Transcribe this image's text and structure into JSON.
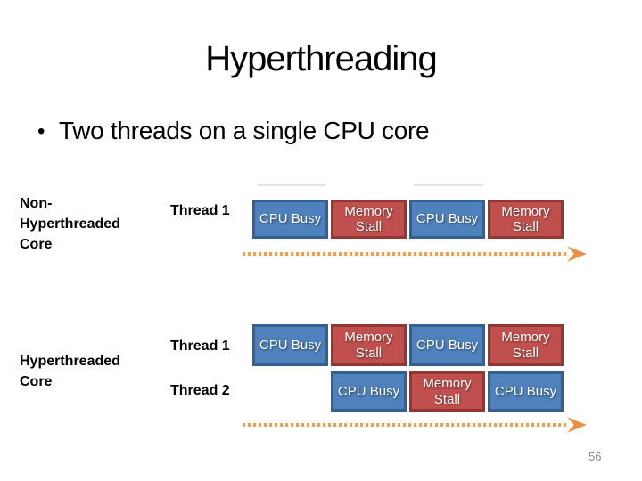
{
  "slide": {
    "title": "Hyperthreading",
    "bullet_glyph": "•",
    "bullet_text": "Two threads on a single CPU core",
    "page_number": "56"
  },
  "colors": {
    "cpu_busy_fill": "#4F81BD",
    "cpu_busy_border": "#365F91",
    "memory_stall_fill": "#C0504D",
    "memory_stall_border": "#943634",
    "arrow_dots": "#E8A05E",
    "arrow_head": "#EC9143",
    "page_number_text": "#8c8c8c"
  },
  "sections": [
    {
      "name": "non-hyperthreaded-core",
      "core_label_lines": [
        "Non-",
        "Hyperthreaded",
        "Core"
      ],
      "rows": [
        {
          "thread_label": "Thread 1",
          "boxes": [
            {
              "type": "cpu",
              "label": "CPU Busy"
            },
            {
              "type": "stall",
              "label": "Memory Stall"
            },
            {
              "type": "cpu",
              "label": "CPU Busy"
            },
            {
              "type": "stall",
              "label": "Memory Stall"
            }
          ]
        }
      ]
    },
    {
      "name": "hyperthreaded-core",
      "core_label_lines": [
        "Hyperthreaded",
        "Core"
      ],
      "rows": [
        {
          "thread_label": "Thread 1",
          "boxes": [
            {
              "type": "cpu",
              "label": "CPU Busy"
            },
            {
              "type": "stall",
              "label": "Memory Stall"
            },
            {
              "type": "cpu",
              "label": "CPU Busy"
            },
            {
              "type": "stall",
              "label": "Memory Stall"
            }
          ]
        },
        {
          "thread_label": "Thread 2",
          "boxes": [
            {
              "type": "cpu",
              "label": "CPU Busy"
            },
            {
              "type": "stall",
              "label": "Memory Stall"
            },
            {
              "type": "cpu",
              "label": "CPU Busy"
            }
          ]
        }
      ]
    }
  ]
}
